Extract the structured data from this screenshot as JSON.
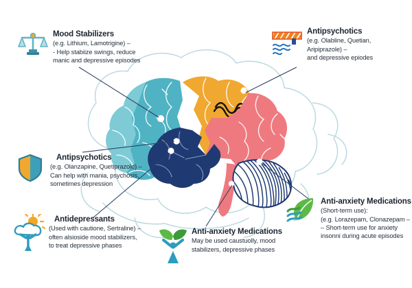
{
  "infographic": {
    "subject": "brain",
    "background": "#ffffff"
  },
  "colors": {
    "teal": "#4FB3C4",
    "teal_dark": "#3B9DB0",
    "orange": "#F0A830",
    "salmon": "#EE7A80",
    "navy": "#1F3A72",
    "outline_faint": "#BBD9E2",
    "leader_line": "#2C3E63",
    "text_dark": "#1b2430",
    "green_leaf": "#5CB947",
    "green_leaf_dark": "#3E9B3B"
  },
  "callouts": [
    {
      "id": "mood-stabilizers",
      "icon": "balance-scales-icon",
      "title": "Mood Stabilizers",
      "lines": [
        "(e.g. Lithium, Lamotrigine) –",
        "- Help stabiize swings, reduce",
        "manic and depressive episodes"
      ]
    },
    {
      "id": "antipsychotics-top",
      "icon": "flood-barrier-icon",
      "title": "Antipsychotics",
      "lines": [
        "(e.g. Olabline, Quetian,",
        "Aripiprazole) –",
        "and depressive epiodes"
      ]
    },
    {
      "id": "antipsychotics-left",
      "icon": "shield-icon",
      "title": "Antipsychotics",
      "lines": [
        "(e.g. Olanzapine, Quetiprazole) –",
        "Can help with mania, psychosis,",
        "sometimes depression"
      ]
    },
    {
      "id": "antidepressants",
      "icon": "sun-cloud-person-icon",
      "title": "Antidepressants",
      "lines": [
        "(Used with cautione, Sertraline) –",
        "often alsioside mood stabilizers,",
        "to treat depressive phases"
      ]
    },
    {
      "id": "anti-anxiety-bottom",
      "icon": "leaves-person-icon",
      "title": "Anti-anxiety Medications",
      "lines": [
        "May be used caustuolly, mood",
        "stabilizers, depressive phases"
      ]
    },
    {
      "id": "anti-anxiety-right",
      "icon": "leaf-water-icon",
      "title": "Anti-anxiety Medications",
      "lines": [
        "(Short-term use):",
        "(e.g. Lorazepam, Clonazepam –",
        "– Short-term use for anxiety",
        "insonni during acute episodes"
      ]
    }
  ]
}
